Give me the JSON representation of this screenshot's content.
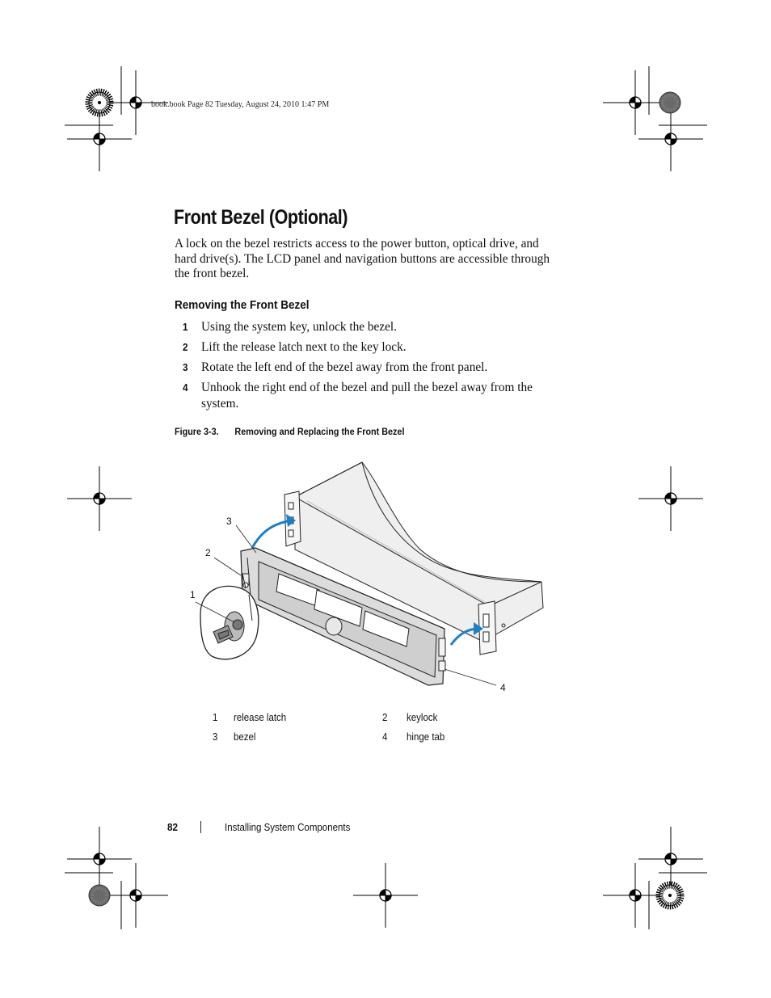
{
  "header": {
    "print_info": "book.book  Page 82  Tuesday, August 24, 2010  1:47 PM"
  },
  "page": {
    "title": "Front Bezel (Optional)",
    "intro": "A lock on the bezel restricts access to the power button, optical drive, and hard drive(s). The LCD panel and navigation buttons are accessible through the front bezel."
  },
  "section": {
    "heading": "Removing the Front Bezel",
    "steps": [
      {
        "num": "1",
        "text": "Using the system key, unlock the bezel."
      },
      {
        "num": "2",
        "text": "Lift the release latch next to the key lock."
      },
      {
        "num": "3",
        "text": "Rotate the left end of the bezel away from the front panel."
      },
      {
        "num": "4",
        "text": "Unhook the right end of the bezel and pull the bezel away from the system."
      }
    ]
  },
  "figure": {
    "label": "Figure 3-3.",
    "title": "Removing and Replacing the Front Bezel",
    "callouts": [
      "1",
      "2",
      "3",
      "4"
    ],
    "legend": [
      {
        "num": "1",
        "label": "release latch"
      },
      {
        "num": "2",
        "label": "keylock"
      },
      {
        "num": "3",
        "label": "bezel"
      },
      {
        "num": "4",
        "label": "hinge tab"
      }
    ],
    "arrow_color": "#1e7fc6"
  },
  "footer": {
    "page_number": "82",
    "section_name": "Installing System Components"
  }
}
